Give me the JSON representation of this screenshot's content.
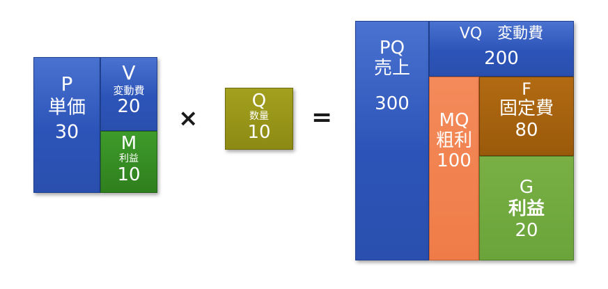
{
  "left": {
    "p": {
      "letter": "P",
      "name": "単価",
      "value": "30"
    },
    "v": {
      "letter": "V",
      "name": "変動費",
      "value": "20"
    },
    "m": {
      "letter": "M",
      "name": "利益",
      "value": "10"
    }
  },
  "multiply_sign": "×",
  "q": {
    "letter": "Q",
    "name": "数量",
    "value": "10"
  },
  "equals_sign": "=",
  "right": {
    "pq": {
      "letter": "PQ",
      "name": "売上",
      "value": "300"
    },
    "vq": {
      "title": "VQ　変動費",
      "value": "200"
    },
    "mq": {
      "letter": "MQ",
      "name": "粗利",
      "value": "100"
    },
    "f": {
      "letter": "F",
      "name": "固定費",
      "value": "80"
    },
    "g": {
      "letter": "G",
      "name": "利益",
      "value": "20"
    }
  }
}
